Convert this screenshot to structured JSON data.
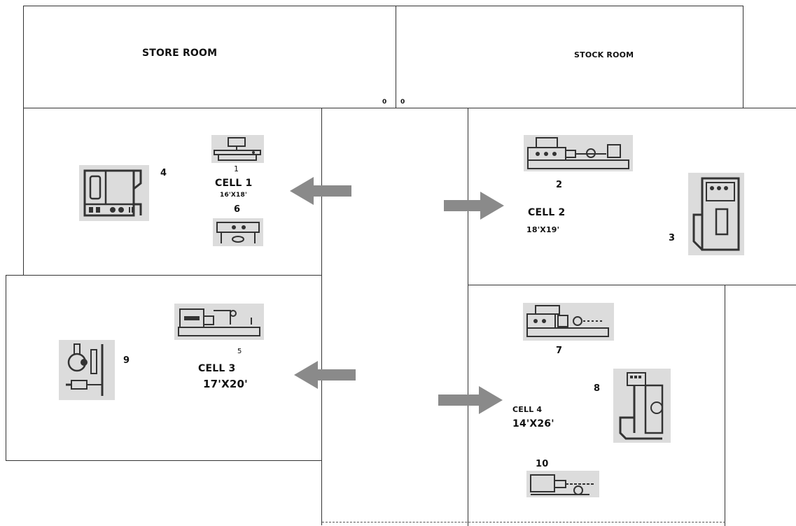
{
  "rooms": {
    "store": "STORE ROOM",
    "stock": "STOCK ROOM"
  },
  "doors": {
    "left": "0",
    "right": "0"
  },
  "cells": [
    {
      "name": "CELL 1",
      "size": "16'X18'"
    },
    {
      "name": "CELL 2",
      "size": "18'X19'"
    },
    {
      "name": "CELL 3",
      "size": "17'X20'"
    },
    {
      "name": "CELL 4",
      "size": "14'X26'"
    }
  ],
  "machines": [
    "1",
    "2",
    "3",
    "4",
    "5",
    "6",
    "7",
    "8",
    "9",
    "10"
  ],
  "colors": {
    "arrow": "#8a8a8a",
    "machine_bg": "#dcdcdc",
    "line": "#333333"
  }
}
